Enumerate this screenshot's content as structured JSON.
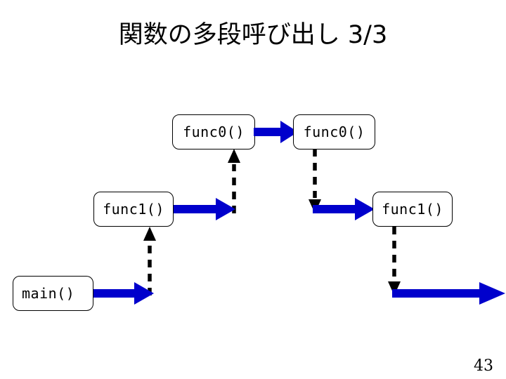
{
  "slide": {
    "title": "関数の多段呼び出し 3/3",
    "page_number": "43",
    "colors": {
      "arrow_blue": "#0000CC",
      "line_black": "#000000",
      "background": "#FFFFFF"
    }
  },
  "diagram": {
    "boxes": [
      {
        "id": "func0-left",
        "label": "func0()"
      },
      {
        "id": "func0-right",
        "label": "func0()"
      },
      {
        "id": "func1-left",
        "label": "func1()"
      },
      {
        "id": "func1-right",
        "label": "func1()"
      },
      {
        "id": "main",
        "label": "main()"
      }
    ],
    "call_arrows": [
      {
        "id": "arrow-func0-left-to-func0-right",
        "direction": "right"
      },
      {
        "id": "arrow-func1-left-to-stack",
        "direction": "right"
      },
      {
        "id": "arrow-stack-to-func1-right",
        "direction": "right"
      },
      {
        "id": "arrow-main-to-stack",
        "direction": "right"
      },
      {
        "id": "arrow-func1-right-to-offscreen",
        "direction": "right"
      }
    ],
    "return_connectors": [
      {
        "id": "dash-func1-left-up-to-func0-left",
        "direction": "up"
      },
      {
        "id": "dash-main-up-to-func1-left",
        "direction": "up"
      },
      {
        "id": "dash-func0-right-down",
        "direction": "down"
      },
      {
        "id": "dash-func1-right-down",
        "direction": "down"
      }
    ]
  }
}
